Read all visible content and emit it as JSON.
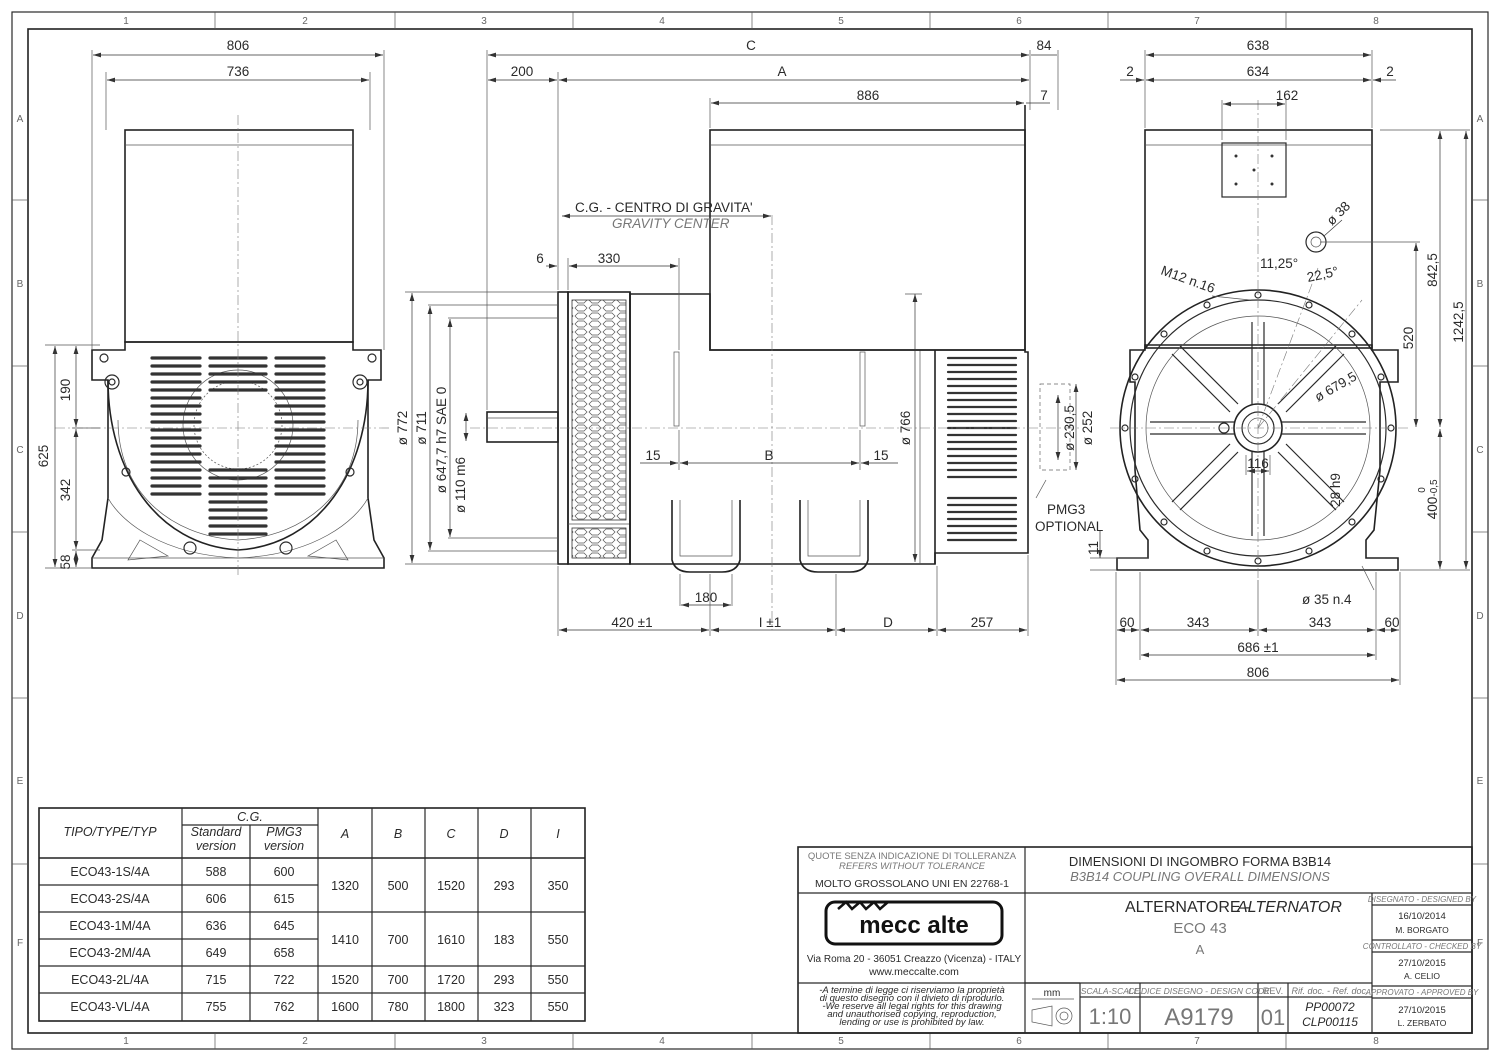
{
  "zones": {
    "cols": [
      "1",
      "2",
      "3",
      "4",
      "5",
      "6",
      "7",
      "8"
    ],
    "rows": [
      "A",
      "B",
      "C",
      "D",
      "E",
      "F"
    ]
  },
  "front": {
    "w_outer": "806",
    "w_inner": "736",
    "h_190": "190",
    "h_625": "625",
    "h_342": "342",
    "h_58": "58"
  },
  "side": {
    "dim_C": "C",
    "dim_84": "84",
    "dim_200": "200",
    "dim_A": "A",
    "dim_886": "886",
    "dim_7": "7",
    "cg_it": "C.G. - CENTRO DI GRAVITA'",
    "cg_en": "GRAVITY CENTER",
    "dim_6": "6",
    "dim_330": "330",
    "d772": "ø 772",
    "d711": "ø 711",
    "d647": "ø 647,7  h7  SAE 0",
    "d110": "ø 110  m6",
    "d766": "ø 766",
    "dim_15a": "15",
    "dim_B": "B",
    "dim_15b": "15",
    "d2305": "ø 230,5",
    "d252": "ø 252",
    "pmg3": "PMG3",
    "optional": "OPTIONAL",
    "dim_180": "180",
    "dim_420": "420 ±1",
    "dim_I": "I ±1",
    "dim_D": "D",
    "dim_257": "257",
    "dim_11": "11"
  },
  "end": {
    "w638": "638",
    "w634": "634",
    "w2a": "2",
    "w2b": "2",
    "w162": "162",
    "d38": "ø 38",
    "ang1125": "11,25°",
    "ang225": "22,5°",
    "m12": "M12  n.16",
    "d6795": "ø 679,5",
    "w116": "116",
    "k28": "28  h9",
    "h8425": "842,5",
    "h520": "520",
    "h12425": "1242,5",
    "h400": "400",
    "tol_up": "0",
    "tol_dn": "-0,5",
    "d35": "ø 35  n.4",
    "b60a": "60",
    "b343a": "343",
    "b343b": "343",
    "b60b": "60",
    "b686": "686 ±1",
    "b806": "806"
  },
  "table": {
    "h_type": "TIPO/TYPE/TYP",
    "h_cg": "C.G.",
    "h_std1": "Standard",
    "h_std2": "version",
    "h_pmg1": "PMG3",
    "h_pmg2": "version",
    "h_A": "A",
    "h_B": "B",
    "h_C": "C",
    "h_D": "D",
    "h_I": "I",
    "rows": [
      {
        "type": "ECO43-1S/4A",
        "std": "588",
        "pmg": "600"
      },
      {
        "type": "ECO43-2S/4A",
        "std": "606",
        "pmg": "615"
      },
      {
        "type": "ECO43-1M/4A",
        "std": "636",
        "pmg": "645"
      },
      {
        "type": "ECO43-2M/4A",
        "std": "649",
        "pmg": "658"
      },
      {
        "type": "ECO43-2L/4A",
        "std": "715",
        "pmg": "722"
      },
      {
        "type": "ECO43-VL/4A",
        "std": "755",
        "pmg": "762"
      }
    ],
    "groups": [
      {
        "A": "1320",
        "B": "500",
        "C": "1520",
        "D": "293",
        "I": "350"
      },
      {
        "A": "1410",
        "B": "700",
        "C": "1610",
        "D": "183",
        "I": "550"
      },
      {
        "A": "1520",
        "B": "700",
        "C": "1720",
        "D": "293",
        "I": "550"
      },
      {
        "A": "1600",
        "B": "780",
        "C": "1800",
        "D": "323",
        "I": "550"
      }
    ]
  },
  "title_block": {
    "tol1": "QUOTE SENZA INDICAZIONE DI TOLLERANZA",
    "tol2": "REFERS WITHOUT TOLERANCE",
    "tol3": "MOLTO GROSSOLANO UNI EN 22768-1",
    "logo": "mecc alte",
    "addr": "Via Roma 20 - 36051 Creazzo (Vicenza) - ITALY",
    "web": "www.meccalte.com",
    "legal1": "-A termine di legge ci riserviamo la proprietà",
    "legal2": "di questo disegno con il divieto di riprodurlo.",
    "legal3": "-We reserve all legal rights for this drawing",
    "legal4": "and unauthorised copying, reproduction,",
    "legal5": "lending or use is prohibited by law.",
    "title_it": "DIMENSIONI DI INGOMBRO FORMA B3B14",
    "title_en": "B3B14 COUPLING OVERALL DIMENSIONS",
    "prod_it": "ALTERNATORE - ",
    "prod_en": "ALTERNATOR",
    "model": "ECO 43",
    "variant": "A",
    "unit": "mm",
    "scale_label": "SCALA-SCALE",
    "scale": "1:10",
    "code_label": "CODICE DISEGNO - DESIGN CODE",
    "code": "A9179",
    "rev_label": "REV.",
    "rev": "01",
    "ref_label": "Rif. doc. - Ref. doc.",
    "ref1": "PP00072",
    "ref2": "CLP00115",
    "designed_label": "DISEGNATO - DESIGNED BY",
    "designed_date": "16/10/2014",
    "designed_name": "M. BORGATO",
    "checked_label": "CONTROLLATO - CHECKED BY",
    "checked_date": "27/10/2015",
    "checked_name": "A. CELIO",
    "approved_label": "APPROVATO - APPROVED BY",
    "approved_date": "27/10/2015",
    "approved_name": "L. ZERBATO"
  }
}
